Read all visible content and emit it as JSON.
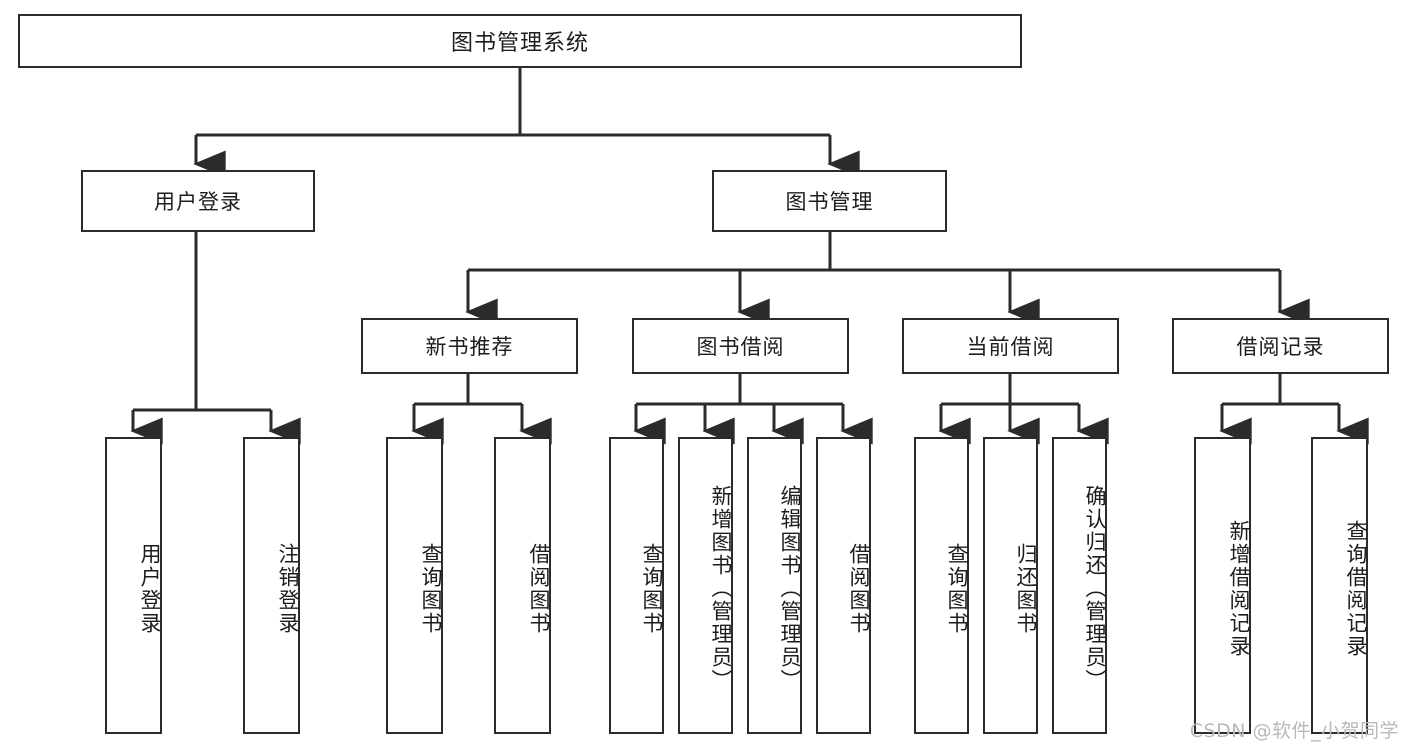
{
  "diagram": {
    "type": "hierarchy-tree",
    "title": "图书管理系统",
    "levels": {
      "root": {
        "label": "图书管理系统"
      },
      "level2": [
        {
          "label": "用户登录"
        },
        {
          "label": "图书管理"
        }
      ],
      "level3": [
        {
          "label": "新书推荐"
        },
        {
          "label": "图书借阅"
        },
        {
          "label": "当前借阅"
        },
        {
          "label": "借阅记录"
        }
      ],
      "leaves": {
        "user_login": [
          {
            "label": "用户登录"
          },
          {
            "label": "注销登录"
          }
        ],
        "new_book_recommend": [
          {
            "label": "查询图书"
          },
          {
            "label": "借阅图书"
          }
        ],
        "book_borrow": [
          {
            "label": "查询图书"
          },
          {
            "label": "新增图书（管理员）"
          },
          {
            "label": "编辑图书（管理员）"
          },
          {
            "label": "借阅图书"
          }
        ],
        "current_borrow": [
          {
            "label": "查询图书"
          },
          {
            "label": "归还图书"
          },
          {
            "label": "确认归还（管理员）"
          }
        ],
        "borrow_record": [
          {
            "label": "新增借阅记录"
          },
          {
            "label": "查询借阅记录"
          }
        ]
      }
    },
    "colors": {
      "stroke": "#2b2b2b",
      "fill": "#ffffff",
      "text": "#1d1d1d",
      "watermark": "#b9b9b9"
    }
  },
  "watermark": {
    "text": "CSDN @软件_小贺同学"
  }
}
